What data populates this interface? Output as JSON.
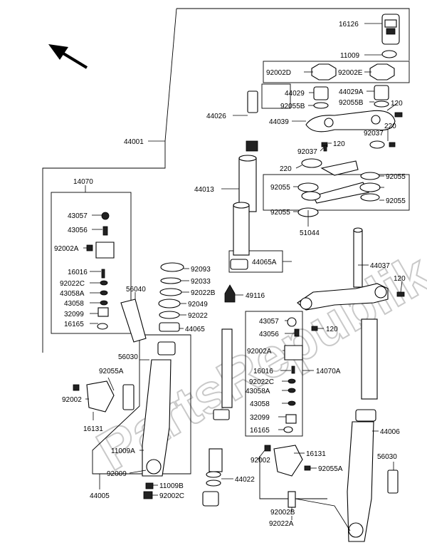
{
  "watermark": "PartsRepublik",
  "icons": {
    "direction": "arrow-up-left-icon"
  },
  "labels": {
    "l16126": "16126",
    "l11009": "11009",
    "l92002D": "92002D",
    "l92002E": "92002E",
    "l44029": "44029",
    "l44029A": "44029A",
    "l92055B_l": "92055B",
    "l92055B_r": "92055B",
    "l120_a": "120",
    "l44026": "44026",
    "l44039": "44039",
    "l220_a": "220",
    "l92037_a": "92037",
    "l44001": "44001",
    "l92037_b": "92037",
    "l120_b": "120",
    "l220_b": "220",
    "l92055_a": "92055",
    "l14070": "14070",
    "l44013": "44013",
    "l92055_b": "92055",
    "l92055_c": "92055",
    "l92055_d": "92055",
    "l51044": "51044",
    "l43057_a": "43057",
    "l43056_a": "43056",
    "l92002A_a": "92002A",
    "l92093": "92093",
    "l44065A": "44065A",
    "l44037": "44037",
    "l16016_a": "16016",
    "l92022C_a": "92022C",
    "l43058A_a": "43058A",
    "l43058_a": "43058",
    "l32099_a": "32099",
    "l16165_a": "16165",
    "l56040": "56040",
    "l92033": "92033",
    "l92022B": "92022B",
    "l49116": "49116",
    "l92049": "92049",
    "l92022": "92022",
    "l44065": "44065",
    "l120_c": "120",
    "l43057_b": "43057",
    "l43056_b": "43056",
    "l120_d": "120",
    "l92002A_b": "92002A",
    "l56030_a": "56030",
    "l92055A_a": "92055A",
    "l16016_b": "16016",
    "l14070A": "14070A",
    "l92022C_b": "92022C",
    "l43058A_b": "43058A",
    "l92002_a": "92002",
    "l43058_b": "43058",
    "l32099_b": "32099",
    "l16131_a": "16131",
    "l16165_b": "16165",
    "l44006": "44006",
    "l11009A": "11009A",
    "l16131_b": "16131",
    "l56030_b": "56030",
    "l92002_b": "92002",
    "l92009": "92009",
    "l92055A_b": "92055A",
    "l44022": "44022",
    "l44005": "44005",
    "l11009B": "11009B",
    "l92002C": "92002C",
    "l92002B": "92002B",
    "l92022A": "92022A"
  }
}
